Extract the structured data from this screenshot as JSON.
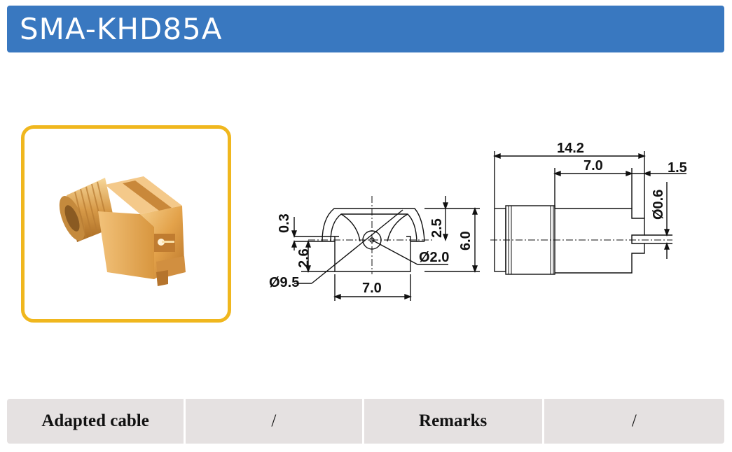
{
  "header": {
    "title": "SMA-KHD85A"
  },
  "product_image": {
    "icon": "sma-connector-photo-icon",
    "colors": {
      "frame": "#f0b71e",
      "brass": "#e3a24a"
    }
  },
  "drawing": {
    "front_view": {
      "dim_0_3": "0.3",
      "dim_2_6": "2.6",
      "dim_9_5": "Ø9.5",
      "dim_7_0": "7.0",
      "dim_2_5": "2.5",
      "dim_6_0": "6.0",
      "dim_2_0": "Ø2.0"
    },
    "side_view": {
      "dim_14_2": "14.2",
      "dim_7_0": "7.0",
      "dim_1_5": "1.5",
      "dim_0_6": "Ø0.6"
    }
  },
  "spec_table": {
    "adapted_cable_label": "Adapted cable",
    "adapted_cable_value": "/",
    "remarks_label": "Remarks",
    "remarks_value": "/"
  },
  "colors": {
    "header_bg": "#3978c0",
    "table_bg": "#e5e1e1"
  }
}
